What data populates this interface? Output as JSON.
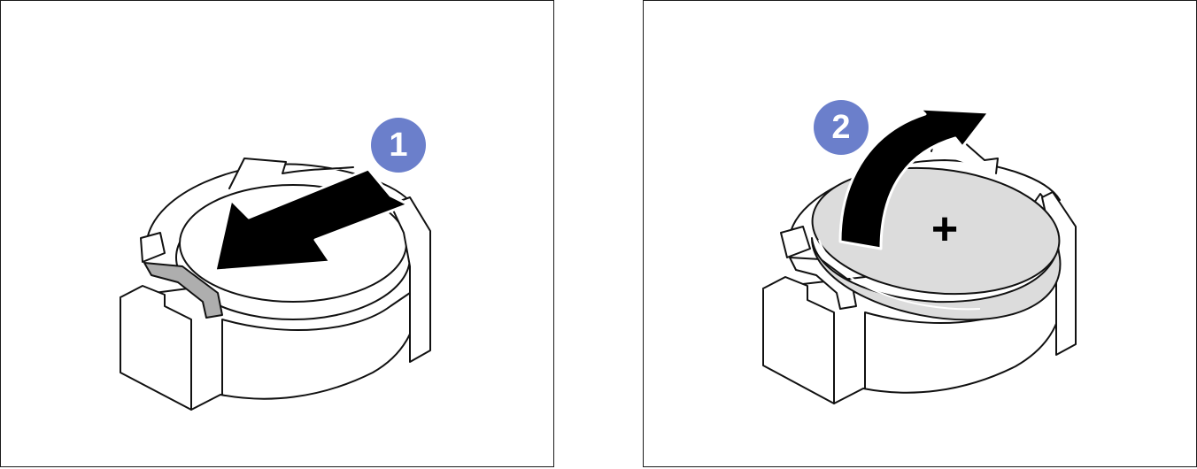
{
  "steps": [
    {
      "label": "1",
      "action": "push-latch"
    },
    {
      "label": "2",
      "action": "lift-battery"
    }
  ],
  "polarity_mark": "+",
  "colors": {
    "badge": "#6B7FCB",
    "battery_fill": "#dcdcdc",
    "latch_fill": "#aeaeae",
    "arrow": "#000000",
    "line": "#111111"
  },
  "icons": [
    "step-badge-icon",
    "push-arrow-icon",
    "curved-lift-arrow-icon",
    "plus-icon"
  ]
}
